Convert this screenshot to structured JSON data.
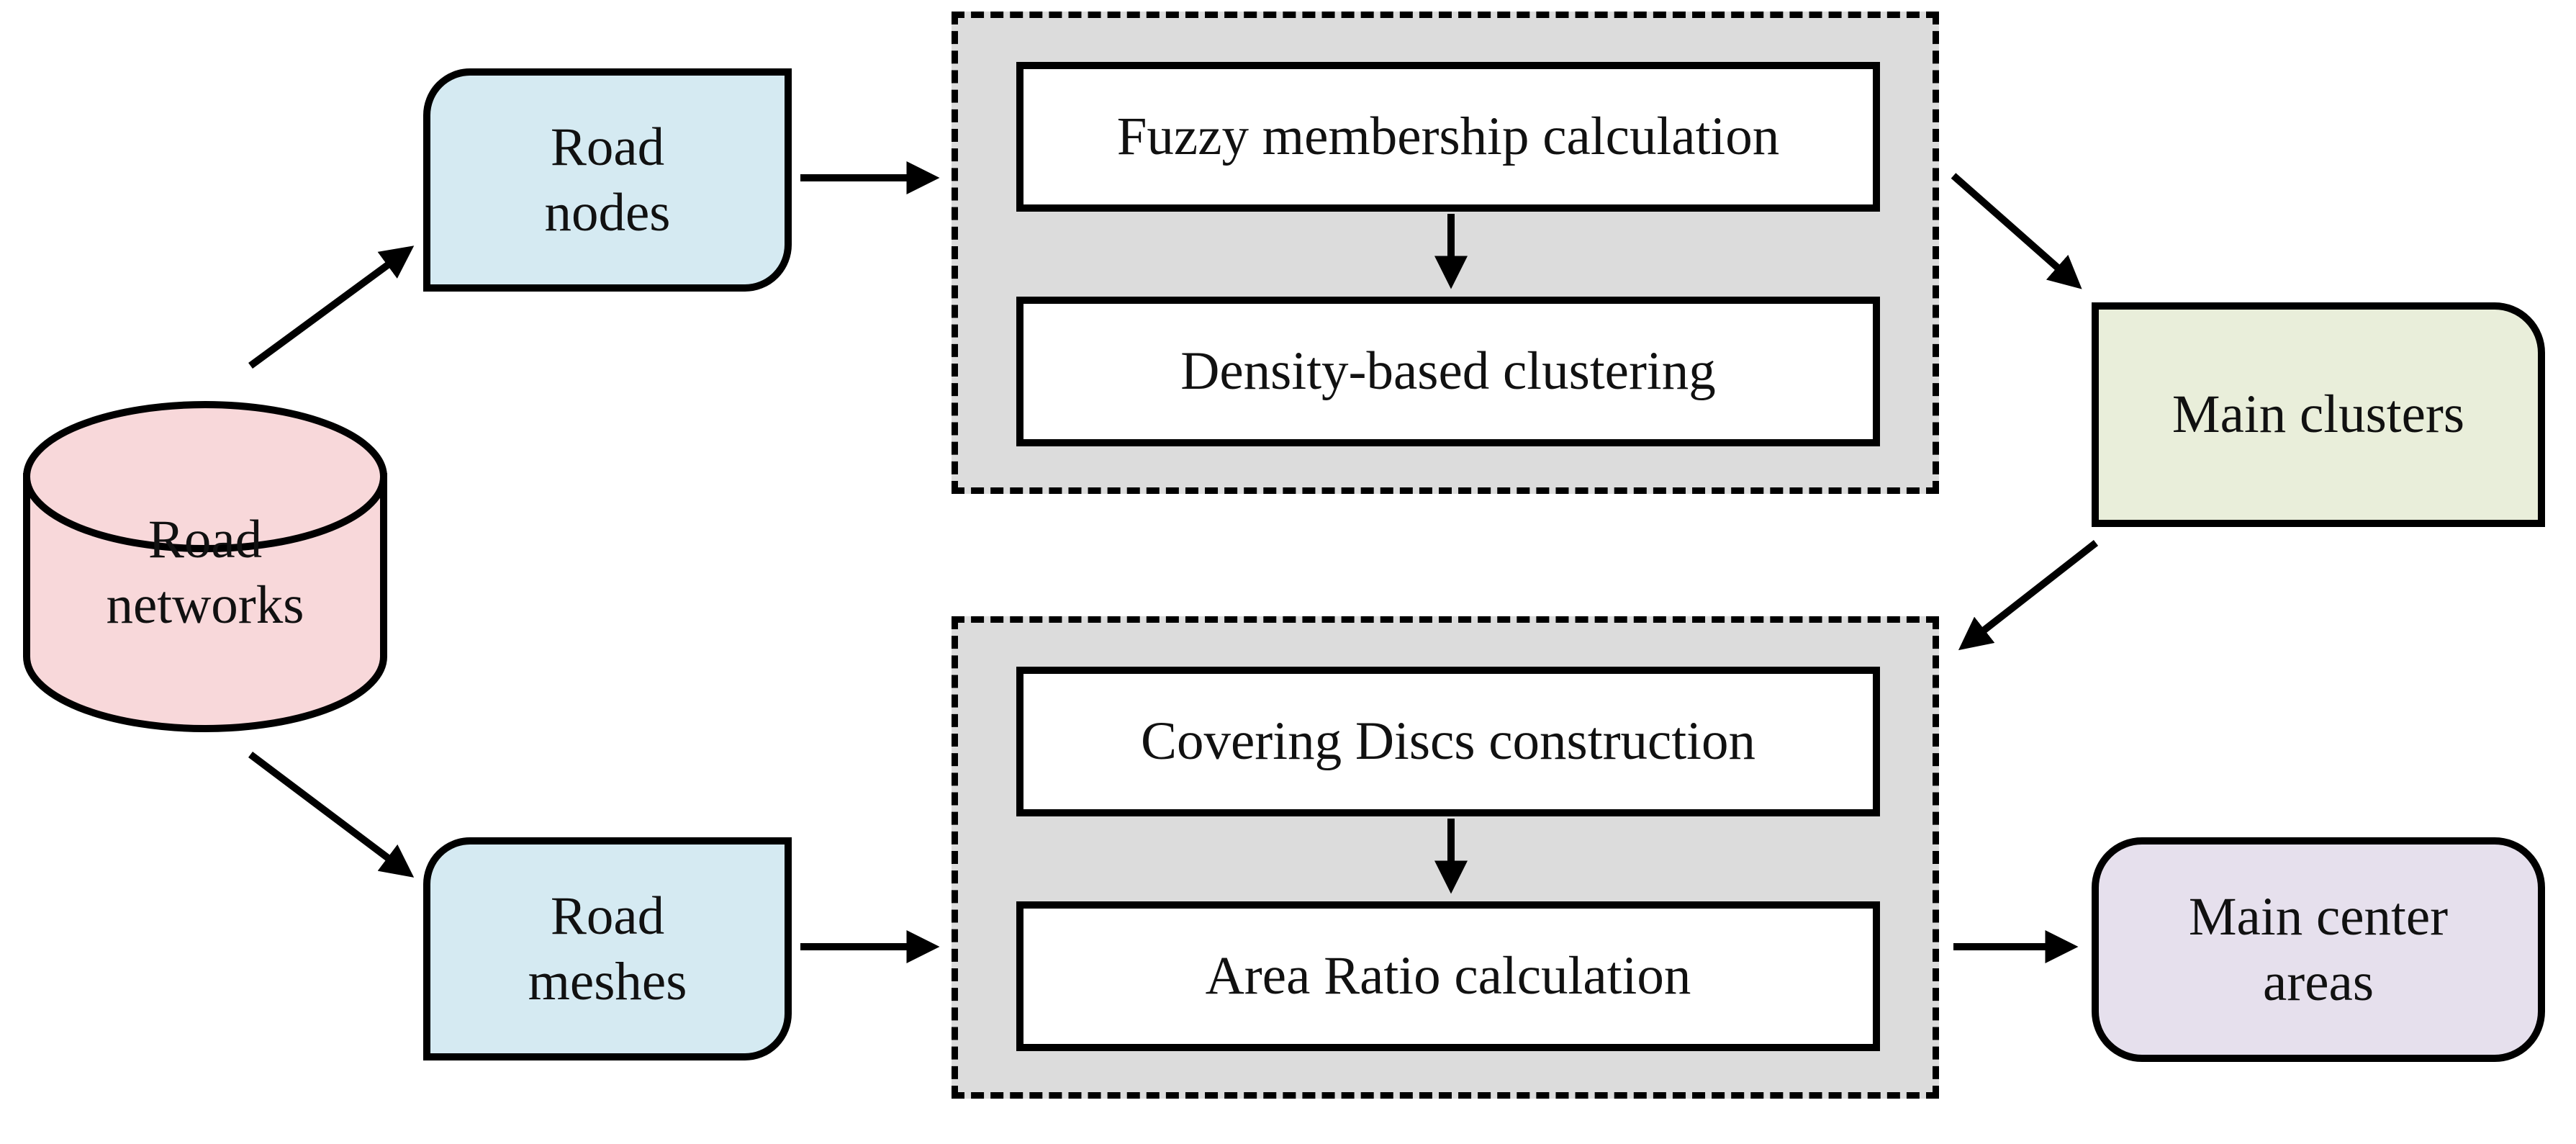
{
  "figure": {
    "type": "flowchart",
    "background": "#ffffff",
    "line_color": "#000000",
    "nodes": {
      "road_networks": {
        "label": "Road networks",
        "shape": "cylinder",
        "fill": "#f8d8da"
      },
      "road_nodes": {
        "label": "Road nodes",
        "shape": "round-diagonal-corner-rect",
        "fill": "#d5eaf2"
      },
      "road_meshes": {
        "label": "Road meshes",
        "shape": "round-diagonal-corner-rect",
        "fill": "#d5eaf2"
      },
      "fuzzy_membership": {
        "label": "Fuzzy membership calculation",
        "shape": "rect",
        "fill": "#ffffff"
      },
      "density_clustering": {
        "label": "Density-based clustering",
        "shape": "rect",
        "fill": "#ffffff"
      },
      "covering_discs": {
        "label": "Covering Discs construction",
        "shape": "rect",
        "fill": "#ffffff"
      },
      "area_ratio": {
        "label": "Area Ratio calculation",
        "shape": "rect",
        "fill": "#ffffff"
      },
      "main_clusters": {
        "label": "Main clusters",
        "shape": "round-top-right-rect",
        "fill": "#e9eeda"
      },
      "main_center_areas": {
        "label": "Main center areas",
        "shape": "rounded-rect",
        "fill": "#e6e0ed"
      }
    },
    "containers": {
      "stage1": {
        "fill": "#dcdcdc",
        "border_style": "dashed",
        "contains": [
          "fuzzy_membership",
          "density_clustering"
        ]
      },
      "stage2": {
        "fill": "#dcdcdc",
        "border_style": "dashed",
        "contains": [
          "covering_discs",
          "area_ratio"
        ]
      }
    },
    "edges": [
      {
        "from": "road_networks",
        "to": "road_nodes"
      },
      {
        "from": "road_networks",
        "to": "road_meshes"
      },
      {
        "from": "road_nodes",
        "to": "stage1"
      },
      {
        "from": "fuzzy_membership",
        "to": "density_clustering"
      },
      {
        "from": "stage1",
        "to": "main_clusters"
      },
      {
        "from": "main_clusters",
        "to": "stage2"
      },
      {
        "from": "road_meshes",
        "to": "stage2"
      },
      {
        "from": "covering_discs",
        "to": "area_ratio"
      },
      {
        "from": "stage2",
        "to": "main_center_areas"
      }
    ]
  }
}
